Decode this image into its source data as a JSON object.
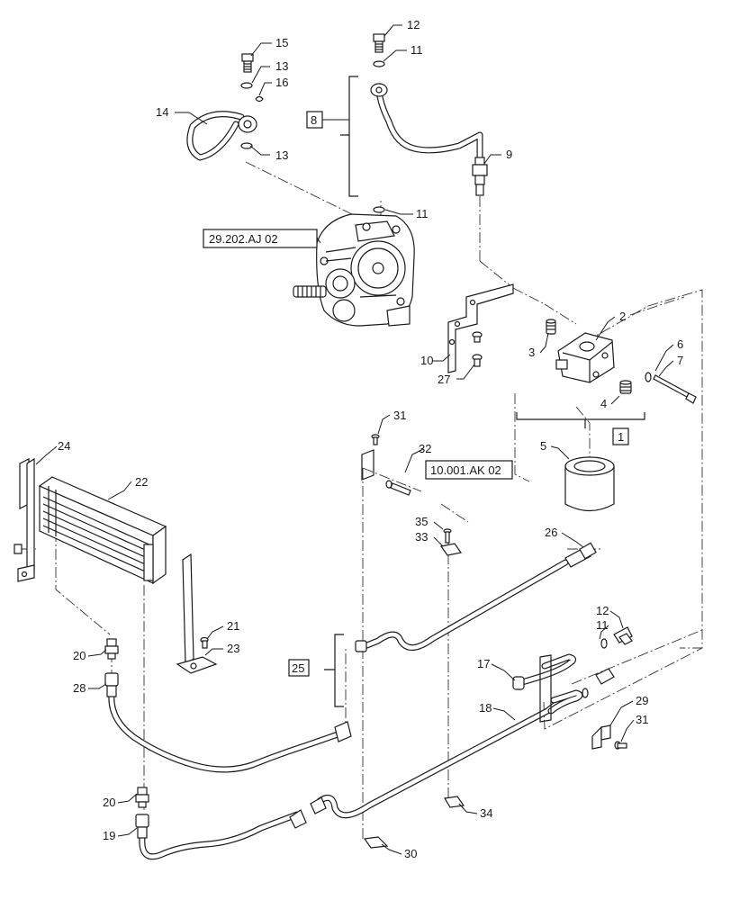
{
  "callouts": {
    "c1": "1",
    "c2": "2",
    "c3": "3",
    "c4": "4",
    "c5": "5",
    "c6": "6",
    "c7": "7",
    "c8": "8",
    "c9": "9",
    "c10": "10",
    "c11a": "11",
    "c11b": "11",
    "c11c": "11",
    "c12a": "12",
    "c12b": "12",
    "c13a": "13",
    "c13b": "13",
    "c14": "14",
    "c15": "15",
    "c16": "16",
    "c17": "17",
    "c18": "18",
    "c19": "19",
    "c20a": "20",
    "c20b": "20",
    "c21": "21",
    "c22": "22",
    "c23": "23",
    "c24": "24",
    "c25": "25",
    "c26": "26",
    "c27": "27",
    "c28": "28",
    "c29": "29",
    "c30": "30",
    "c31a": "31",
    "c31b": "31",
    "c32": "32",
    "c33": "33",
    "c34": "34",
    "c35": "35"
  },
  "references": {
    "pump_ref": "29.202.AJ 02",
    "filter_ref": "10.001.AK 02"
  },
  "icons": {
    "hydraulic_pump": "hydraulic-pump-icon",
    "oil_cooler": "oil-cooler-icon",
    "oil_filter": "oil-filter-icon",
    "filter_head": "filter-head-icon"
  }
}
